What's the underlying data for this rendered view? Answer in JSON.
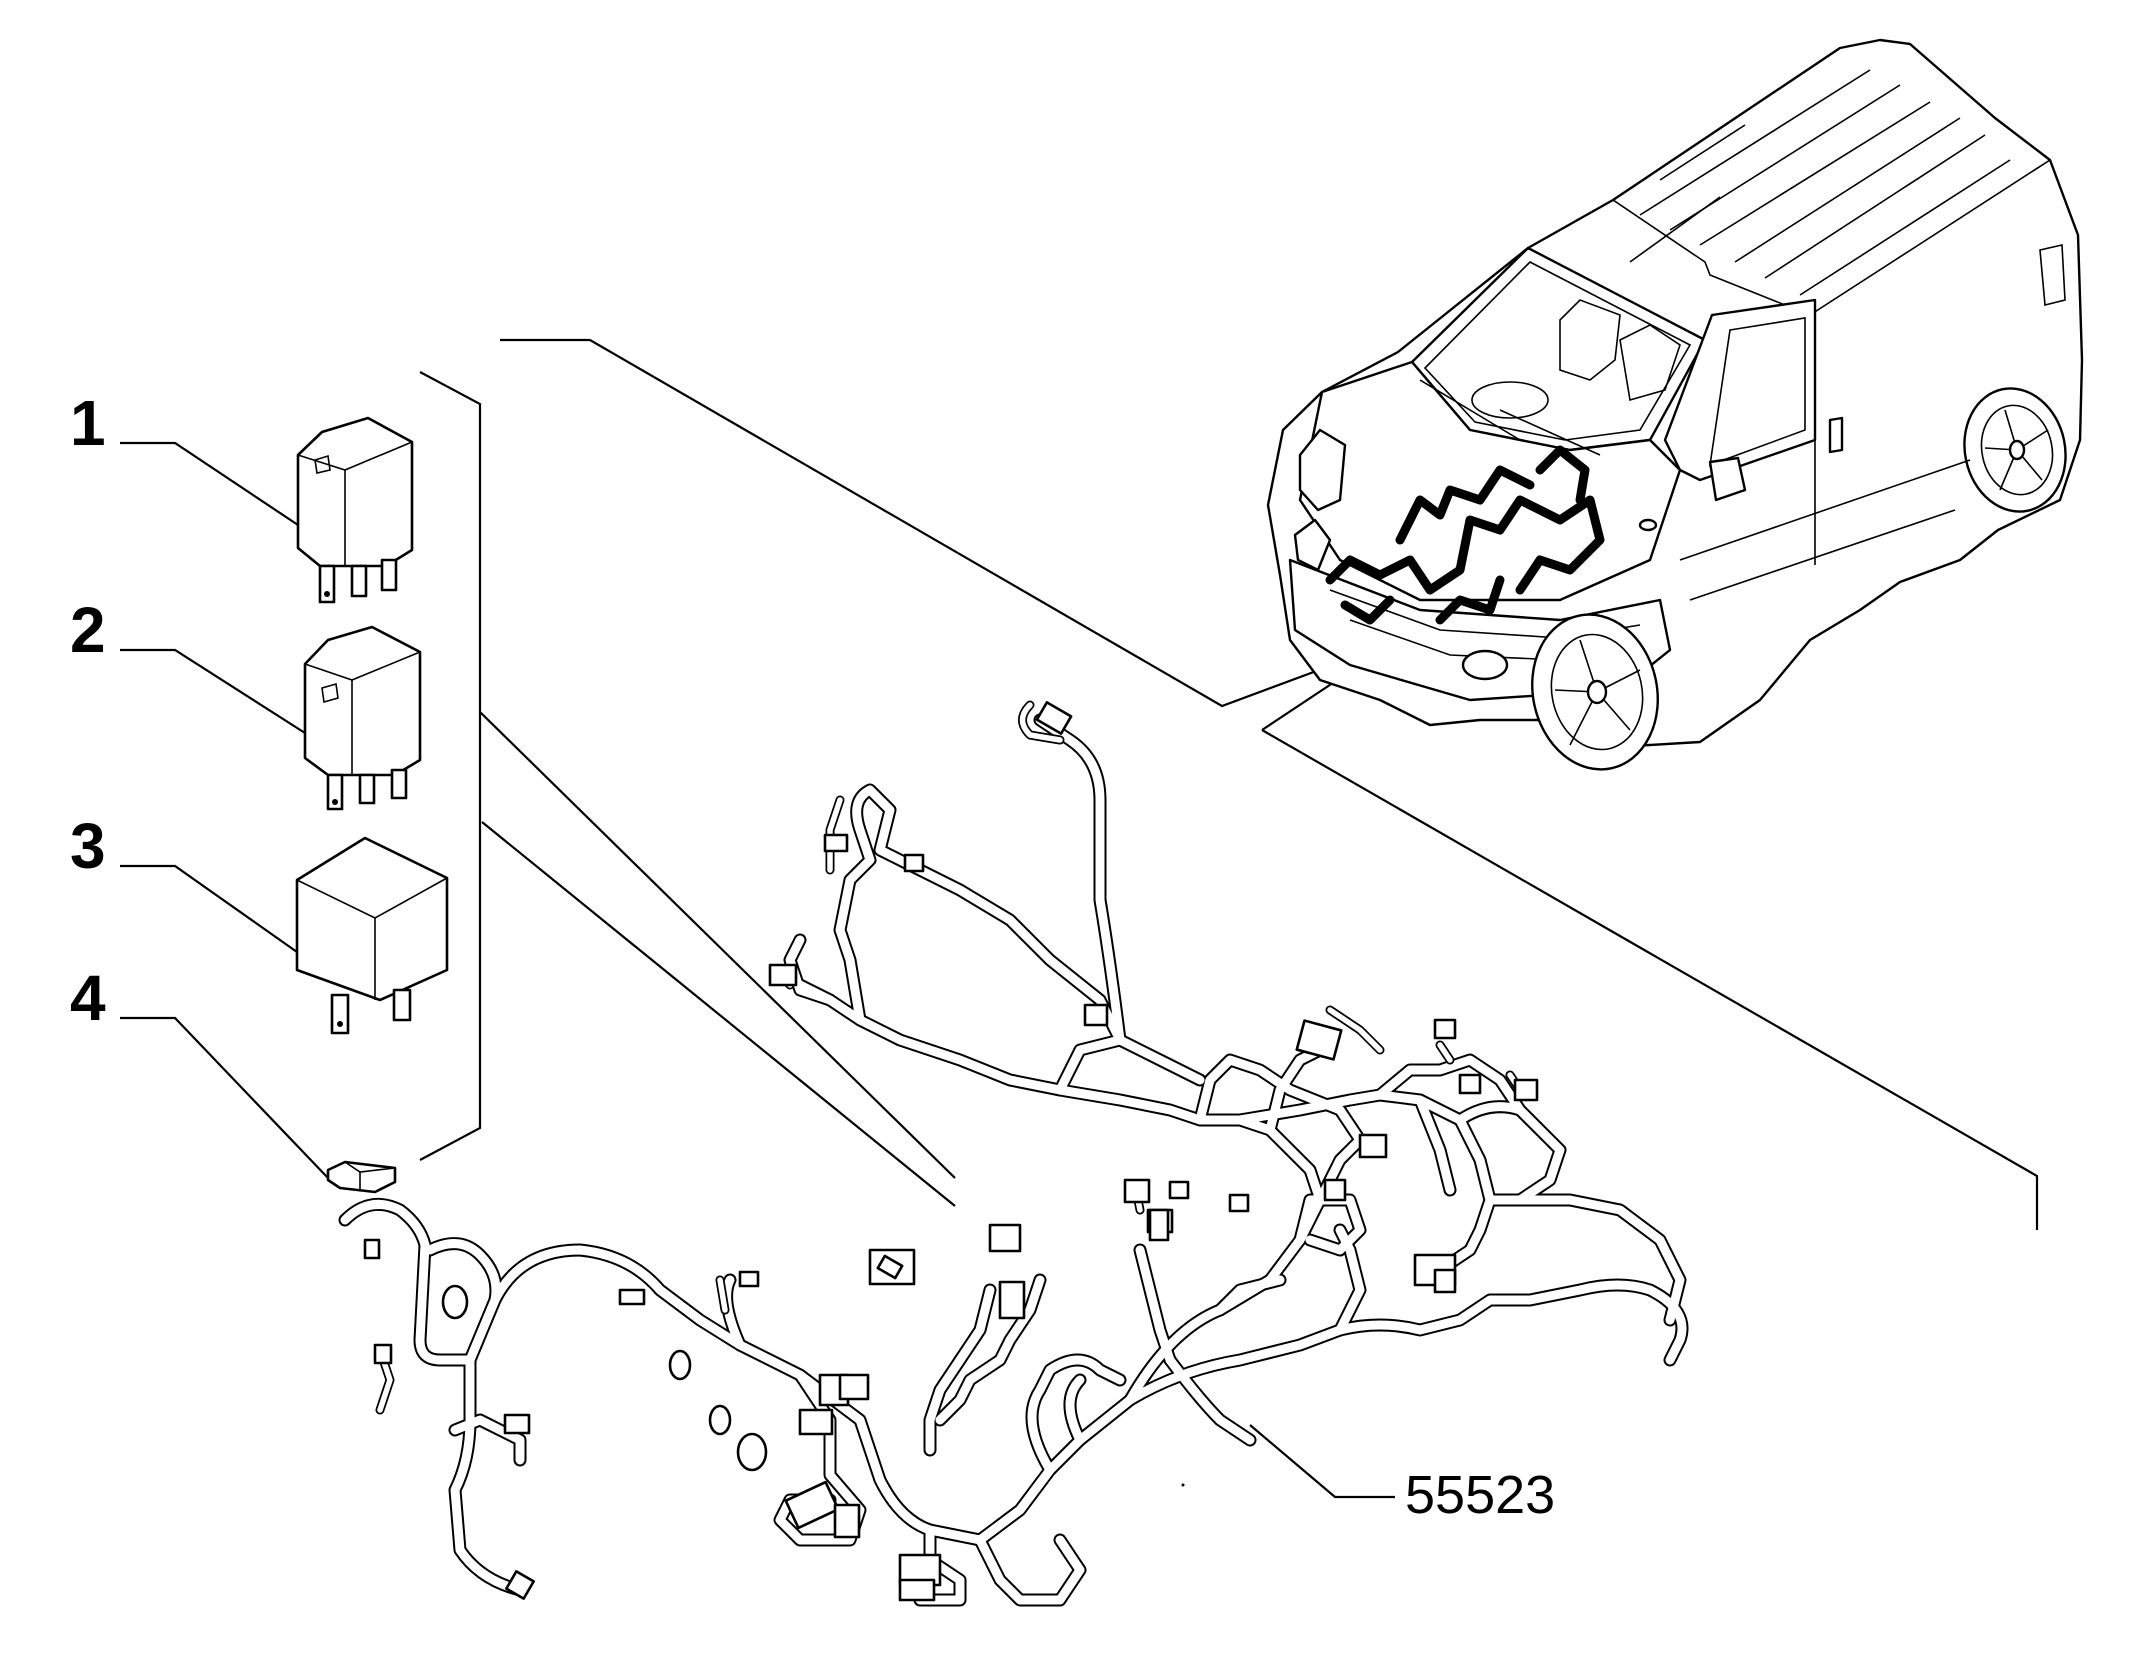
{
  "diagram": {
    "callouts": [
      {
        "id": "1",
        "label": "1"
      },
      {
        "id": "2",
        "label": "2"
      },
      {
        "id": "3",
        "label": "3"
      },
      {
        "id": "4",
        "label": "4"
      }
    ],
    "part_number": "55523"
  }
}
